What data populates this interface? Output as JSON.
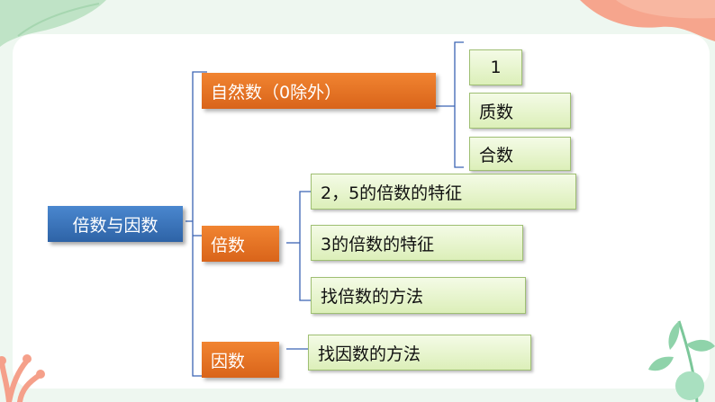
{
  "diagram": {
    "root": {
      "label": "倍数与因数"
    },
    "branches": [
      {
        "label": "自然数（0除外）",
        "children": [
          "1",
          "质数",
          "合数"
        ]
      },
      {
        "label": "倍数",
        "children": [
          "2，5的倍数的特征",
          "3的倍数的特征",
          "找倍数的方法"
        ]
      },
      {
        "label": "因数",
        "children": [
          "找因数的方法"
        ]
      }
    ]
  },
  "colors": {
    "root": "#3a73bb",
    "branch": "#e8732a",
    "leaf": "#e8f5cf",
    "connector": "#3b64b3"
  },
  "decorations": {
    "top_left": "leaf-decoration",
    "top_right": "coral-shape-decoration",
    "bottom_left": "coral-plant-decoration",
    "bottom_right": "palm-leaf-decoration"
  }
}
